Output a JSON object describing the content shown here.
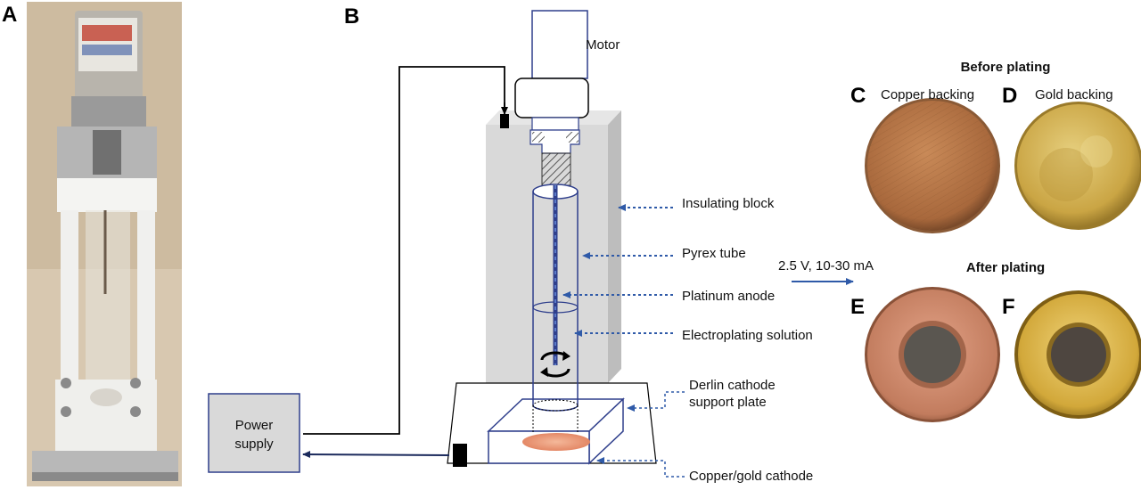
{
  "panels": {
    "a": "A",
    "b": "B",
    "c": "C",
    "d": "D",
    "e": "E",
    "f": "F"
  },
  "diagram": {
    "motor": "Motor",
    "insulating_block": "Insulating block",
    "pyrex_tube": "Pyrex tube",
    "platinum_anode": "Platinum anode",
    "electroplating_solution": "Electroplating solution",
    "derlin_line1": "Derlin cathode",
    "derlin_line2": "support plate",
    "cathode": "Copper/gold cathode",
    "power_line1": "Power",
    "power_line2": "supply",
    "arrow_label": "2.5 V, 10-30 mA"
  },
  "samples": {
    "before_header": "Before plating",
    "after_header": "After plating",
    "copper_label": "Copper backing",
    "gold_label": "Gold backing"
  },
  "colors": {
    "accent_blue": "#2f5aa8",
    "block_gray": "#d9d9d9",
    "copper": "#b97a4a",
    "gold": "#c9a43c"
  }
}
